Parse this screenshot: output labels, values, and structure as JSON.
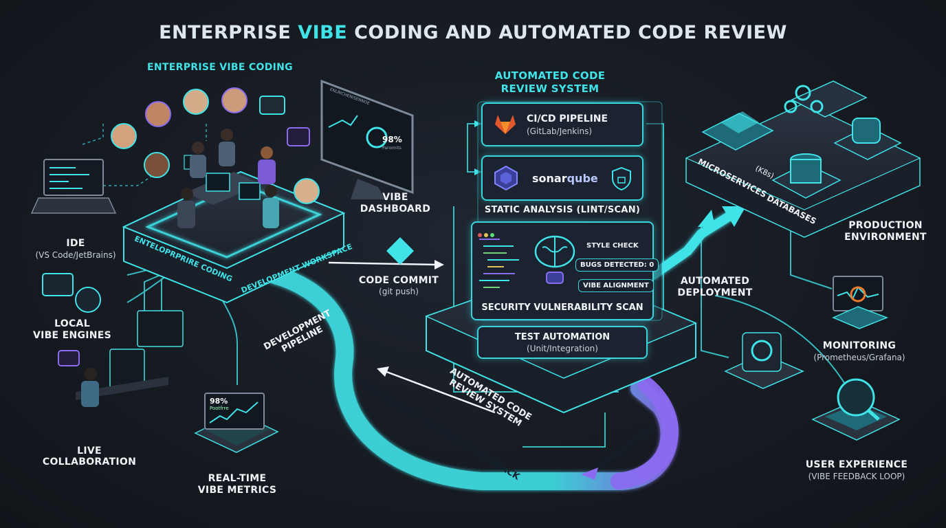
{
  "title": {
    "part1": "ENTERPRISE ",
    "highlight": "VIBE",
    "part2": " CODING AND AUTOMATED CODE REVIEW"
  },
  "colors": {
    "accent": "#3fe3e8",
    "purple": "#8b6cf0",
    "bg": "#15191f"
  },
  "left": {
    "section_title": "ENTERPRISE VIBE CODING",
    "platform_label_1": "ENTELOPRPRIRE CODING",
    "platform_label_2": "DEVELOPMENT WORKSPACE",
    "ide_title": "IDE",
    "ide_sub": "(VS Code/JetBrains)",
    "engines_title_1": "LOCAL",
    "engines_title_2": "VIBE ENGINES",
    "collab_title_1": "LIVE",
    "collab_title_2": "COLLABORATION",
    "metrics_title_1": "REAL-TIME",
    "metrics_title_2": "VIBE METRICS",
    "metrics_screen_pct": "98%",
    "metrics_screen_sub": "Pootfrre",
    "dashboard_title_1": "VIBE",
    "dashboard_title_2": "DASHBOARD",
    "dashboard_screen_head": "ENLRICHENISENNOE",
    "dashboard_screen_pct": "98%",
    "dashboard_screen_sub": "Paroimits"
  },
  "middle": {
    "commit_title": "CODE COMMIT",
    "commit_sub": "(git push)",
    "dev_pipeline_1": "DEVELOPMENT",
    "dev_pipeline_2": "PIPELINE",
    "review_title_1": "AUTOMATED CODE",
    "review_title_2": "REVIEW SYSTEM",
    "cicd_title": "CI/CD PIPELINE",
    "cicd_sub": "(GitLab/Jenkins)",
    "sonar_logo_1": "sonar",
    "sonar_logo_2": "qube",
    "static_analysis": "STATIC ANALYSIS (LINT/SCAN)",
    "style_check": "STYLE CHECK",
    "bugs_detected": "BUGS DETECTED: 0",
    "vibe_alignment": "VIBE ALIGNMENT",
    "security_scan": "SECURITY VULNERABILITY SCAN",
    "test_title": "TEST AUTOMATION",
    "test_sub": "(Unit/Integration)",
    "loop_review_1": "AUTOMATED CODE",
    "loop_review_2": "REVIEW SYSTEM",
    "loop_quality": "CODE QUALITY METRICS & FEEDBACK",
    "loop_improve": "IMPROVE VIBE"
  },
  "right": {
    "deploy_1": "AUTOMATED",
    "deploy_2": "DEPLOYMENT",
    "microservices": "MICROSERVICES",
    "k8s": "(K8s)",
    "databases": "DATABASES",
    "prod_1": "PRODUCTION",
    "prod_2": "ENVIRONMENT",
    "monitoring_title": "MONITORING",
    "monitoring_sub": "(Prometheus/Grafana)",
    "ux_title": "USER EXPERIENCE",
    "ux_sub": "(VIBE FEEDBACK LOOP)"
  }
}
